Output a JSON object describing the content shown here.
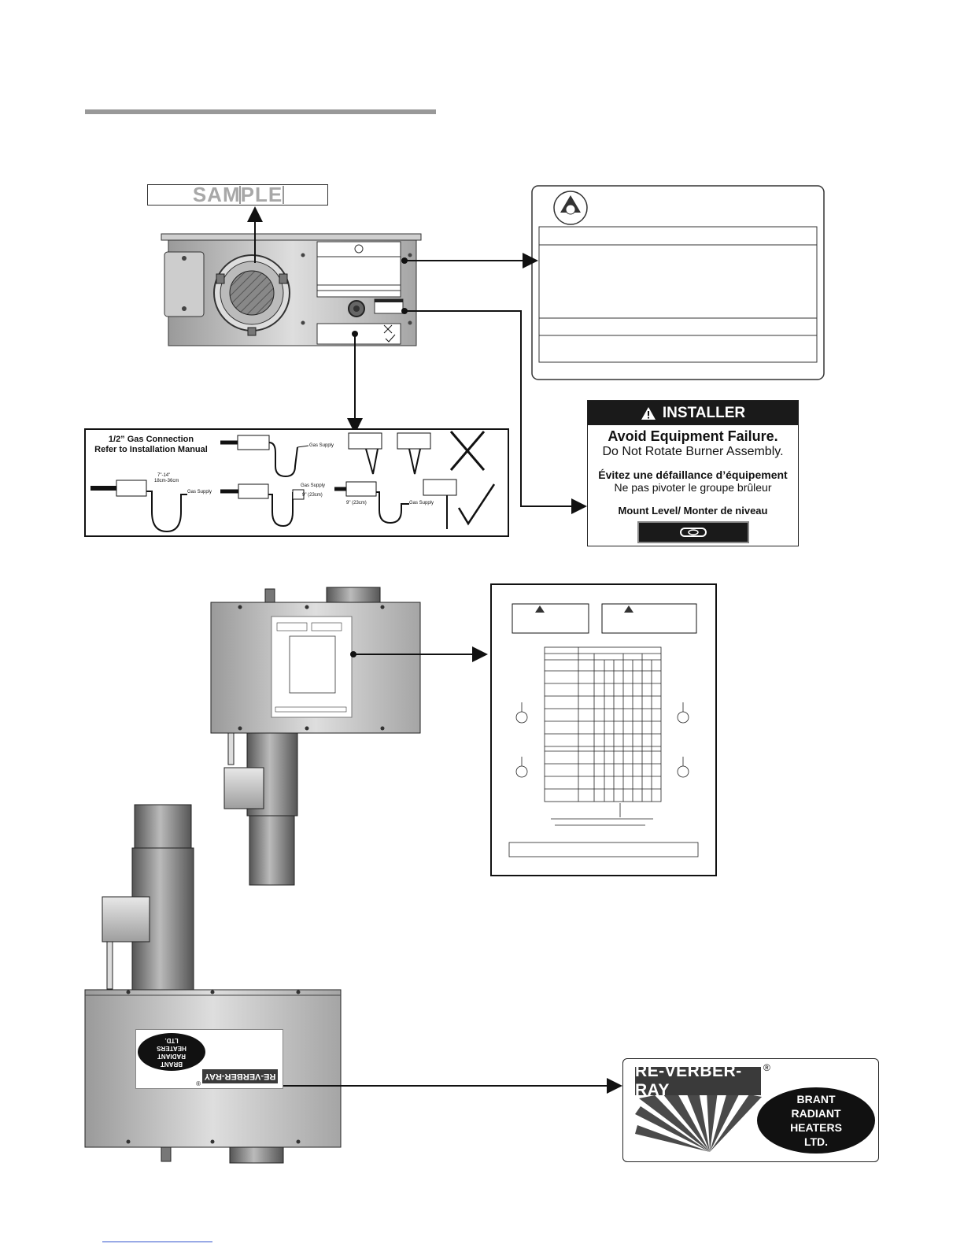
{
  "sample_label": "SAMPLE",
  "gas_connection": {
    "title_line1": "1/2” Gas Connection",
    "title_line2": "Refer to Installation Manual",
    "gas_supply": "Gas Supply",
    "dim_range_1": "7\"-14\"",
    "dim_range_2": "18cm-36cm",
    "dim_9_a": "9\" (23cm)",
    "dim_9_b": "9\" (23cm)"
  },
  "installer_label": {
    "header": "INSTALLER",
    "line1": "Avoid Equipment Failure.",
    "line2": "Do Not Rotate Burner Assembly.",
    "line3": "Évitez une défaillance d’équipement",
    "line4": "Ne pas pivoter le groupe brûleur",
    "line5": "Mount Level/ Monter de niveau",
    "warning_icon": "warning-triangle-icon",
    "level_icon": "bubble-level-icon"
  },
  "brand_logo": {
    "name": "RE-VERBER-RAY",
    "registered": "®",
    "company_line1": "BRANT",
    "company_line2": "RADIANT",
    "company_line3": "HEATERS",
    "company_line4": "LTD."
  },
  "colors": {
    "panel_gray": "#bdbdbd",
    "dark": "#1a1a1a",
    "rule_gray": "#999999",
    "link_blue": "#3355cc"
  }
}
